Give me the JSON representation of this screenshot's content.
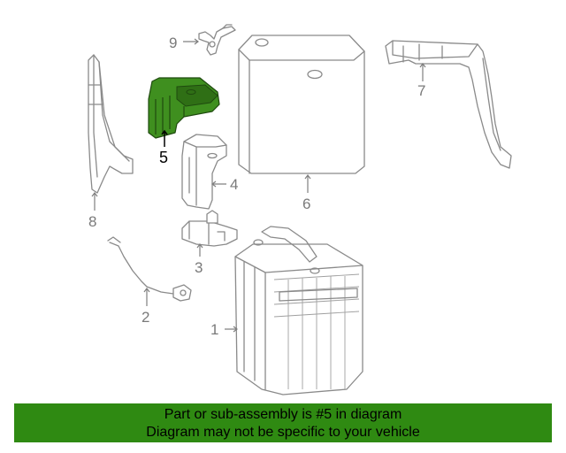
{
  "callouts": {
    "c1": "1",
    "c2": "2",
    "c3": "3",
    "c4": "4",
    "c5": "5",
    "c6": "6",
    "c7": "7",
    "c8": "8",
    "c9": "9"
  },
  "highlight": {
    "part_number": 5,
    "color": "#3f8f1f"
  },
  "banner": {
    "line1": "Part or sub-assembly is #5 in diagram",
    "line2": "Diagram may not be specific to your vehicle",
    "background": "#2f8a12"
  }
}
